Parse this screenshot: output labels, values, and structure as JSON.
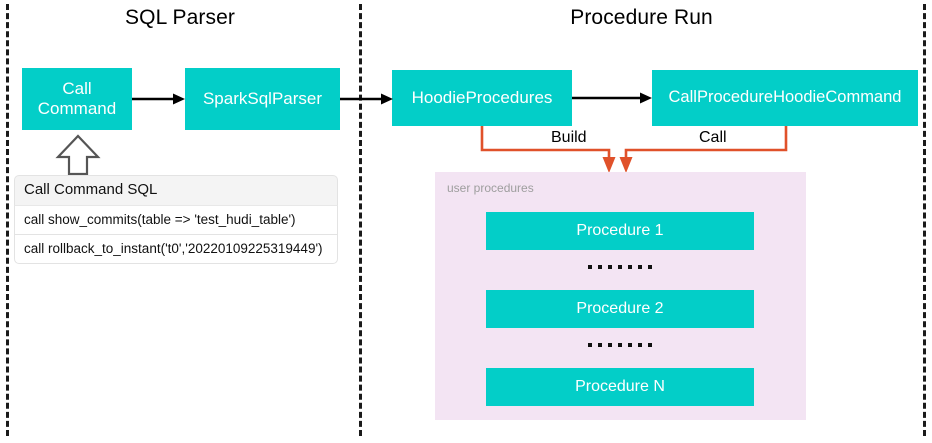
{
  "sections": {
    "left_title": "SQL Parser",
    "right_title": "Procedure Run"
  },
  "flow": {
    "call_command": "Call\nCommand",
    "spark_sql_parser": "SparkSqlParser",
    "hoodie_procedures": "HoodieProcedures",
    "call_procedure_hoodie_command": "CallProcedureHoodieCommand"
  },
  "connectors": {
    "build_label": "Build",
    "call_label": "Call"
  },
  "sql_table": {
    "header": "Call Command SQL",
    "rows": [
      "call show_commits(table => 'test_hudi_table')",
      "call rollback_to_instant('t0','20220109225319449')"
    ]
  },
  "procedures_panel": {
    "label": "user procedures",
    "items": [
      "Procedure 1",
      "Procedure 2",
      "Procedure N"
    ],
    "ellipsis_dot_count": 7
  },
  "colors": {
    "teal": "#03CEC8",
    "panel_background": "#f3e4f3",
    "connector_orange": "#E0512A",
    "divider": "#1a1a1a",
    "table_header_background": "#f4f4f4"
  }
}
